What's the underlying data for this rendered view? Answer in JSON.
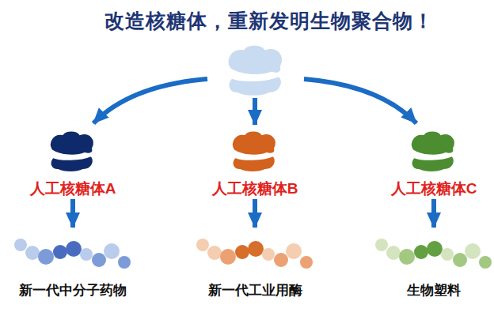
{
  "diagram": {
    "title": "改造核糖体，重新发明生物聚合物！",
    "nodes": [
      {
        "text": [
          "人工核糖体A"
        ]
      },
      {
        "text": [
          "人工核糖体B"
        ]
      },
      {
        "text": [
          "人工核糖体C"
        ]
      },
      {
        "text": [
          "新一代中分子药物"
        ]
      },
      {
        "text": [
          "新一代工业用酶"
        ]
      },
      {
        "text": [
          "生物塑料"
        ]
      }
    ],
    "edges": [
      {
        "from": 0,
        "to": 3,
        "arrow": "to"
      },
      {
        "from": 1,
        "to": 4,
        "arrow": "to"
      },
      {
        "from": 2,
        "to": 5,
        "arrow": "to"
      }
    ]
  }
}
